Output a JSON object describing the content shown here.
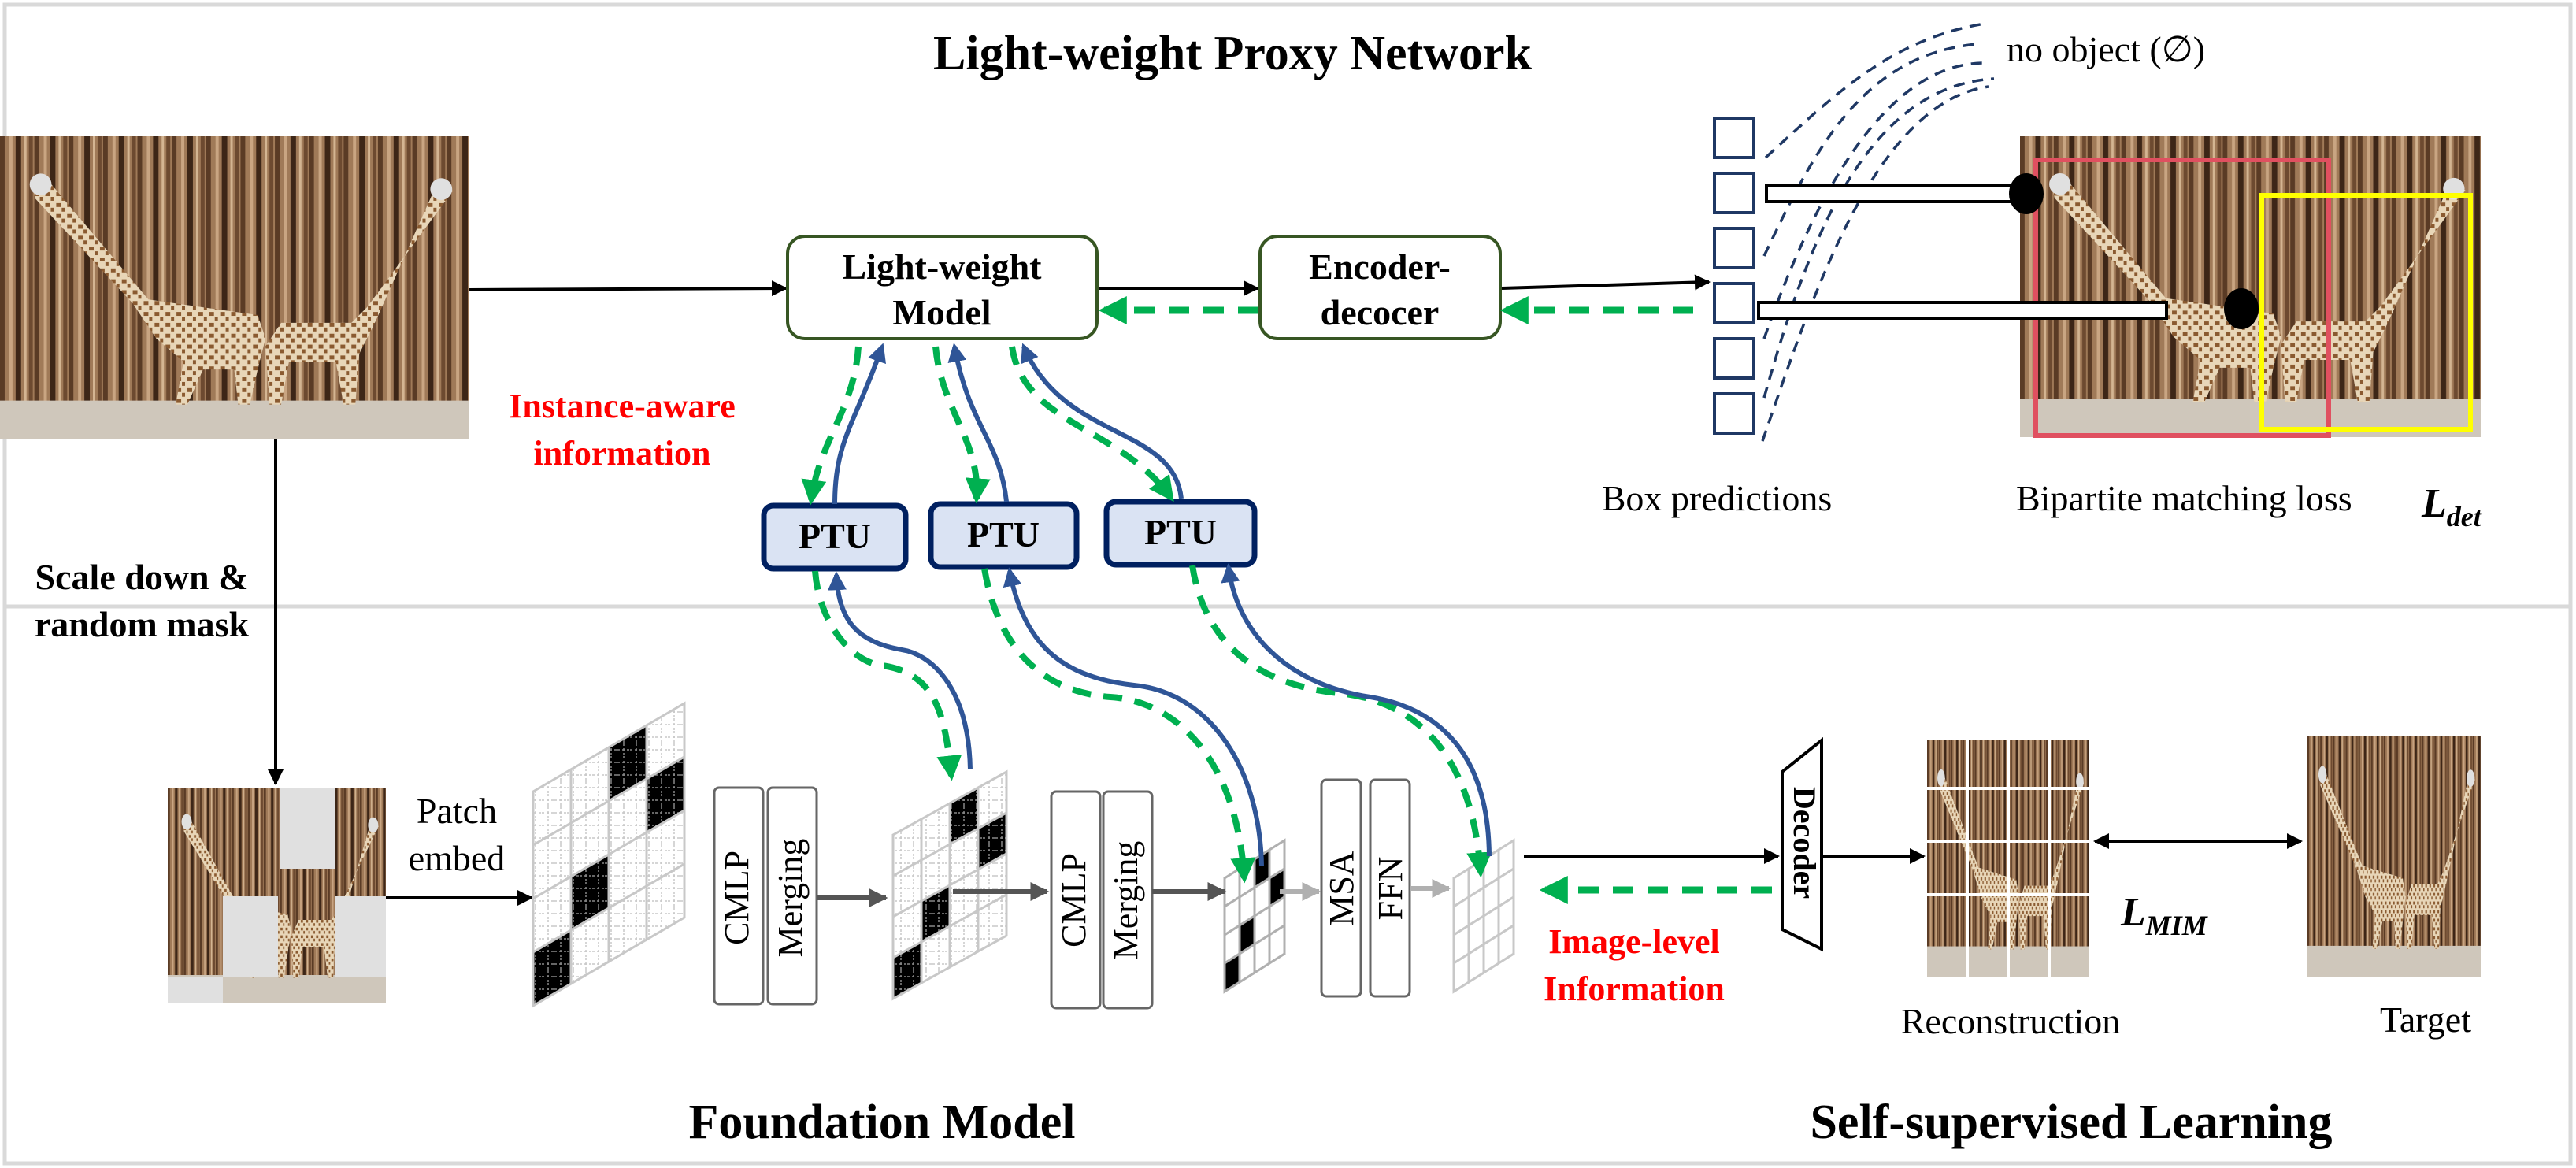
{
  "figure": {
    "sections": {
      "top_title": "Light-weight Proxy Network",
      "bottom_left_title": "Foundation Model",
      "bottom_right_title": "Self-supervised Learning"
    },
    "proxy_network": {
      "light_weight_model": [
        "Light-weight",
        "Model"
      ],
      "encoder_decoder": [
        "Encoder-",
        "decocer"
      ],
      "ptu_labels": [
        "PTU",
        "PTU",
        "PTU"
      ],
      "instance_aware": [
        "Instance-aware",
        "information"
      ],
      "box_predictions_label": "Box predictions",
      "box_prediction_count": 6,
      "no_object_label": "no object (∅)",
      "bipartite_label": "Bipartite matching loss",
      "loss_det": {
        "base": "L",
        "sub": "det"
      }
    },
    "foundation_model": {
      "scale_mask_label": [
        "Scale down &",
        "random mask"
      ],
      "patch_embed_label": [
        "Patch",
        "embed"
      ],
      "stage1_blocks": [
        "CMLP",
        "Merging"
      ],
      "stage2_blocks": [
        "CMLP",
        "Merging"
      ],
      "stage3_blocks": [
        "MSA",
        "FFN"
      ]
    },
    "self_supervised": {
      "decoder_label": "Decoder",
      "image_level": [
        "Image-level",
        "Information"
      ],
      "reconstruction_label": "Reconstruction",
      "target_label": "Target",
      "loss_mim": {
        "base": "L",
        "sub": "MIM"
      }
    },
    "colors": {
      "green_dashed": "#00b050",
      "blue_arrow": "#2f5597",
      "ptu_fill": "#dae3f3",
      "ptu_border": "#002060",
      "model_border": "#375623",
      "red_text": "#ff0000",
      "frame": "#d9d9d9",
      "pred_box": "#1f3864",
      "gt_red": "#e05060",
      "gt_yellow": "#ffff00"
    }
  }
}
